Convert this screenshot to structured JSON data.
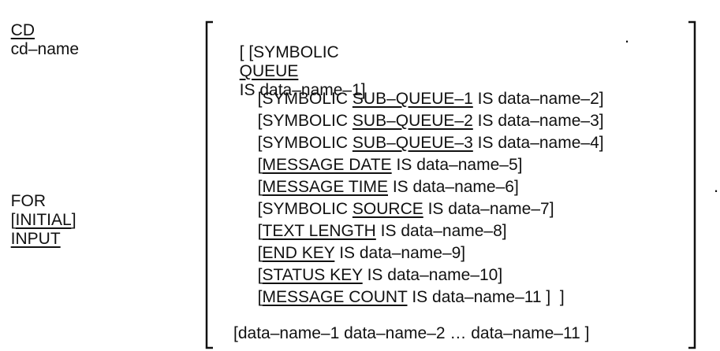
{
  "header": {
    "cd_keyword": "CD",
    "cd_name": "cd–name"
  },
  "for_clause": {
    "for": "FOR",
    "open_bracket": "[",
    "initial": "INITIAL",
    "close_bracket": "]",
    "input": "INPUT"
  },
  "first_line": {
    "open": "[ [SYMBOLIC",
    "keyword": "QUEUE",
    "rest": "IS data–name–1]"
  },
  "clauses": [
    {
      "pre": "[SYMBOLIC",
      "kw": "SUB–QUEUE–1",
      "post": "IS data–name–2]"
    },
    {
      "pre": "[SYMBOLIC",
      "kw": "SUB–QUEUE–2",
      "post": "IS data–name–3]"
    },
    {
      "pre": "[SYMBOLIC",
      "kw": "SUB–QUEUE–3",
      "post": "IS data–name–4]"
    },
    {
      "pre": "[",
      "kw": "MESSAGE DATE",
      "post": "IS data–name–5]"
    },
    {
      "pre": "[",
      "kw": "MESSAGE TIME",
      "post": "IS data–name–6]"
    },
    {
      "pre": "[SYMBOLIC",
      "kw": "SOURCE",
      "post": "IS data–name–7]"
    },
    {
      "pre": "[",
      "kw": "TEXT LENGTH",
      "post": "IS data–name–8]"
    },
    {
      "pre": "[",
      "kw": "END KEY",
      "post": "IS data–name–9]"
    },
    {
      "pre": "[",
      "kw": "STATUS KEY",
      "post": "IS data–name–10]"
    },
    {
      "pre": "[",
      "kw": "MESSAGE COUNT",
      "post": "IS data–name–11 ]  ]"
    }
  ],
  "last_line": "[data–name–1 data–name–2 … data–name–11 ]",
  "terminators": [
    ".",
    "."
  ]
}
